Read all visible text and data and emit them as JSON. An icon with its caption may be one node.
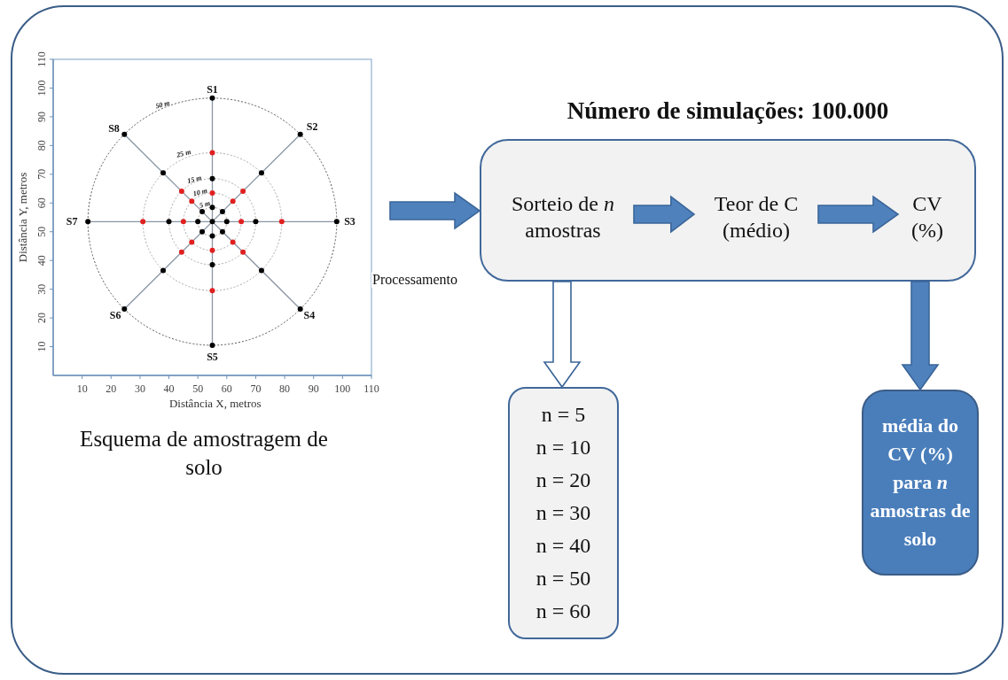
{
  "diagram": {
    "nodes": [
      {
        "text": [],
        "shape": "chart",
        "beside": [
          "Esquema de amostragem de solo"
        ]
      },
      {
        "text": [
          "Número de simulações: 100.000"
        ]
      },
      {
        "text": [
          "Sorteio de *n* amostras"
        ],
        "in": 1
      },
      {
        "text": [
          "Teor de C (médio)"
        ],
        "in": 1
      },
      {
        "text": [
          "CV (%)"
        ],
        "in": 1
      },
      {
        "text": [
          "n = 5",
          "n = 10",
          "n = 20",
          "n = 30",
          "n = 40",
          "n = 50",
          "n = 60"
        ]
      },
      {
        "text": [
          "média do CV (%) para *n* amostras de solo"
        ]
      }
    ],
    "edges": [
      {
        "from": 0,
        "to": 1,
        "arrow": "to",
        "label": "Processamento"
      },
      {
        "from": 2,
        "to": 3,
        "arrow": "to"
      },
      {
        "from": 3,
        "to": 4,
        "arrow": "to"
      },
      {
        "from": 1,
        "to": 5,
        "arrow": "to",
        "color": "#ffffff"
      },
      {
        "from": 1,
        "to": 6,
        "arrow": "to"
      }
    ],
    "chart_data": {
      "type": "scatter",
      "xlabel": "Distância X, metros",
      "ylabel": "Distância Y, metros",
      "xlim": [
        0,
        110
      ],
      "ylim": [
        0,
        110
      ],
      "xticks": [
        10,
        20,
        30,
        40,
        50,
        60,
        70,
        80,
        90,
        100,
        110
      ],
      "yticks": [
        10,
        20,
        30,
        40,
        50,
        60,
        70,
        80,
        90,
        100,
        110
      ],
      "x": [
        55,
        55,
        60,
        55,
        50,
        58.5,
        58.5,
        51.5,
        51.5,
        55,
        70,
        55,
        40,
        72,
        72,
        38,
        38,
        55,
        98,
        55,
        12,
        85.4,
        85.4,
        24.6,
        24.6,
        55,
        65,
        55,
        45,
        62.1,
        62.1,
        47.9,
        47.9,
        65.6,
        65.6,
        44.4,
        44.4,
        55,
        79,
        55,
        31
      ],
      "series": [
        {
          "color": "#000000",
          "values": [
            53.5,
            58.5,
            53.5,
            48.5,
            53.5,
            57,
            50,
            50,
            57,
            68.5,
            53.5,
            38.5,
            53.5,
            70.5,
            36.5,
            36.5,
            70.5,
            96.5,
            53.5,
            10.5,
            53.5,
            83.9,
            23.1,
            23.1,
            83.9,
            null,
            null,
            null,
            null,
            null,
            null,
            null,
            null,
            null,
            null,
            null,
            null,
            null,
            null,
            null,
            null
          ]
        },
        {
          "color": "#e02020",
          "values": [
            null,
            null,
            null,
            null,
            null,
            null,
            null,
            null,
            null,
            null,
            null,
            null,
            null,
            null,
            null,
            null,
            null,
            null,
            null,
            null,
            null,
            null,
            null,
            null,
            null,
            63.5,
            53.5,
            43.5,
            53.5,
            60.6,
            46.4,
            46.4,
            60.6,
            64.1,
            42.9,
            42.9,
            64.1,
            77.5,
            53.5,
            29.5,
            53.5
          ]
        }
      ],
      "annotations": [
        "S1",
        "S2",
        "S3",
        "S4",
        "S5",
        "S6",
        "S7",
        "S8",
        "50 m",
        "25 m",
        "15 m",
        "10 m",
        "5 m"
      ]
    }
  }
}
